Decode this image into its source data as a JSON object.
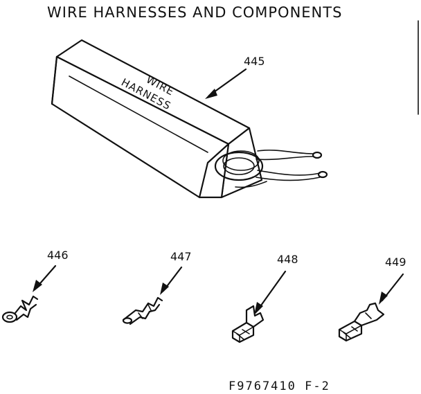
{
  "title": "WIRE HARNESSES AND COMPONENTS",
  "drawing_code": "F9767410 F-2",
  "box_label": {
    "line1": "WIRE",
    "line2": "HARNESS"
  },
  "callouts": {
    "harness": "445",
    "ring_terminal": "446",
    "spade_terminal": "447",
    "receptacle_terminal": "448",
    "flag_terminal": "449"
  }
}
